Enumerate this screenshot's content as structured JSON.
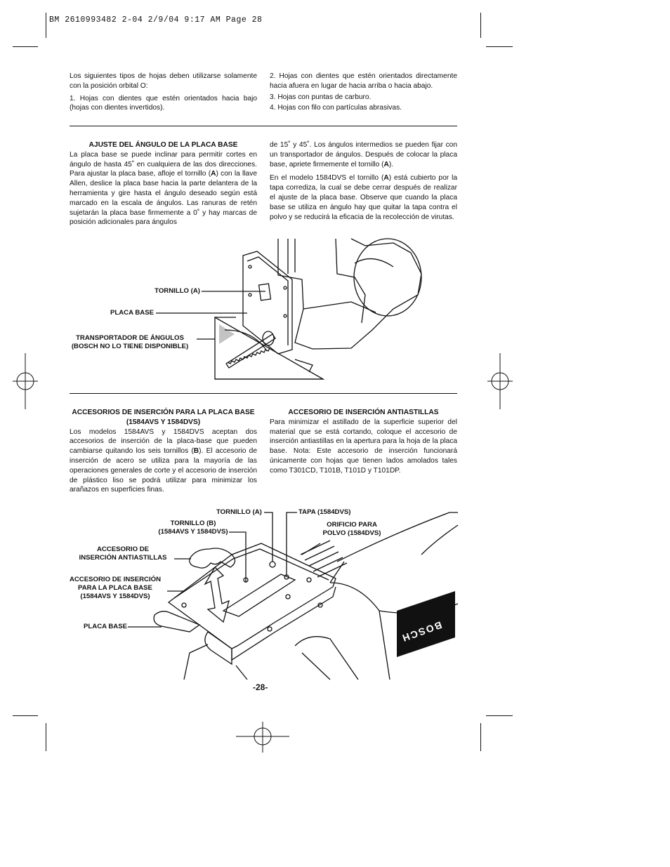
{
  "header": {
    "slug": "BM 2610993482 2-04  2/9/04  9:17 AM  Page 28"
  },
  "top_section": {
    "left_intro": "Los siguientes tipos de hojas deben utilizarse solamente con la posición orbital O:",
    "left_item1": "1. Hojas con dientes que estén orientados hacia bajo (hojas con dientes invertidos).",
    "right_item2": "2. Hojas con dientes que estén orientados directamente hacia afuera en lugar de hacia arriba o hacia abajo.",
    "right_item3": "3. Hojas con puntas de carburo.",
    "right_item4": "4. Hojas con filo con partículas abrasivas."
  },
  "base_angle": {
    "heading": "AJUSTE DEL ÁNGULO DE LA PLACA BASE",
    "p1_a": "La placa base se puede inclinar para permitir cortes en ángulo de hasta 45˚ en cualquiera de las dos direcciones.  Para ajustar la placa base, afloje el tornillo (",
    "p1_b": "A",
    "p1_c": ") con la llave Allen, deslice la placa base hacia la parte delantera de la herramienta y gire hasta el ángulo deseado según está marcado en la escala de ángulos. Las ranuras de retén sujetarán la placa base firmemente a 0˚ y hay marcas de posición adicionales para ángulos",
    "p2_a": "de 15˚ y 45˚. Los ángulos intermedios se pueden fijar con un transportador de ángulos.  Después de colocar la placa base, apriete firmemente el tornillo (",
    "p2_b": "A",
    "p2_c": ").",
    "p3_a": "En el modelo 1584DVS el tornillo (",
    "p3_b": "A",
    "p3_c": ") está cubierto por la tapa corrediza, la cual se debe cerrar después de realizar el ajuste de la placa base. Observe que cuando la placa base se utiliza en ángulo hay que quitar la tapa contra el polvo y se reducirá la eficacia de la recolección de virutas.",
    "fig_labels": {
      "screw": "TORNILLO (A)",
      "base": "PLACA BASE",
      "protractor_1": "TRANSPORTADOR DE ÁNGULOS",
      "protractor_2": "(BOSCH NO LO TIENE DISPONIBLE)"
    }
  },
  "insert_accessories": {
    "heading_1": "ACCESORIOS DE INSERCIÓN PARA LA PLACA BASE",
    "heading_2": "(1584AVS Y 1584DVS)",
    "p_a": "Los modelos 1584AVS y 1584DVS aceptan dos accesorios de inserción de la placa-base que pueden cambiarse quitando los seis tornillos (",
    "p_b": "B",
    "p_c": "). El accesorio de inserción de acero se utiliza para la mayoría de las operaciones generales de corte y el accesorio de inserción de plástico liso se podrá utilizar para minimizar los arañazos en superficies finas."
  },
  "anti_splinter": {
    "heading": "ACCESORIO DE INSERCIÓN ANTIASTILLAS",
    "p": "Para minimizar el astillado de la superficie superior del material que se está cortando, coloque el accesorio de inserción antiastillas en la apertura para la hoja de la placa base. Nota:  Este accesorio de inserción funcionará únicamente con hojas que tienen lados amolados tales como T301CD, T101B, T101D y T101DP."
  },
  "figure2_labels": {
    "screw_a": "TORNILLO (A)",
    "cover": "TAPA (1584DVS)",
    "screw_b_1": "TORNILLO (B)",
    "screw_b_2": "(1584AVS Y 1584DVS)",
    "dust_1": "ORIFICIO PARA",
    "dust_2": "POLVO (1584DVS)",
    "anti_1": "ACCESORIO DE",
    "anti_2": "INSERCIÓN ANTIASTILLAS",
    "insert_1": "ACCESORIO DE INSERCIÓN",
    "insert_2": "PARA LA PLACA BASE",
    "insert_3": "(1584AVS Y 1584DVS)",
    "base": "PLACA BASE",
    "brand": "BOSCH"
  },
  "footer": {
    "page_number": "-28-"
  }
}
